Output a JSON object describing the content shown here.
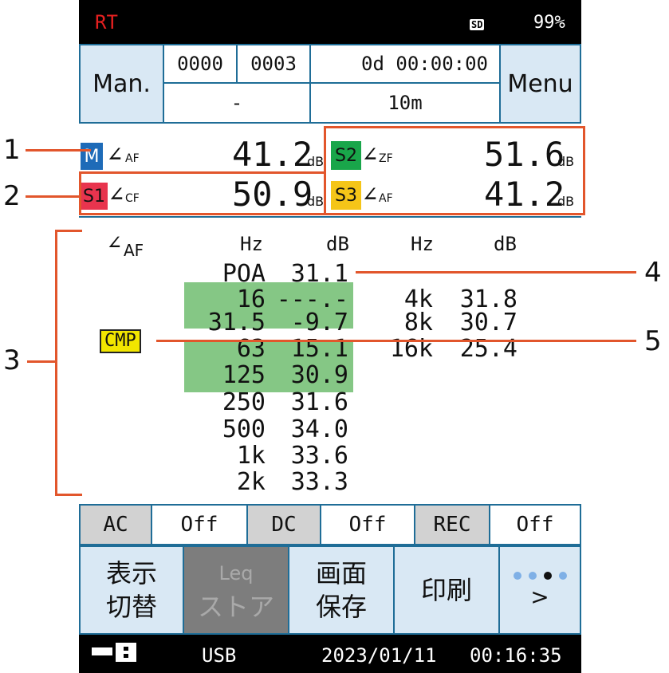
{
  "topbar": {
    "mode": "RT",
    "sd_icon": "SD",
    "battery": "99%"
  },
  "header": {
    "mode_button": "Man.",
    "counter1": "0000",
    "counter2": "0003",
    "elapsed": "0d 00:00:00",
    "dash": "-",
    "interval": "10m",
    "menu_button": "Menu"
  },
  "channels": [
    {
      "id": "M",
      "label": "AF",
      "value": "41.2",
      "unit": "dB",
      "color": "#1e6bb8"
    },
    {
      "id": "S1",
      "label": "CF",
      "value": "50.9",
      "unit": "dB",
      "color": "#e8344e"
    },
    {
      "id": "S2",
      "label": "ZF",
      "value": "51.6",
      "unit": "dB",
      "color": "#19a64a"
    },
    {
      "id": "S3",
      "label": "AF",
      "value": "41.2",
      "unit": "dB",
      "color": "#f5c518"
    }
  ],
  "spectrum": {
    "weighting_label": "AF",
    "headers": [
      "Hz",
      "dB",
      "Hz",
      "dB"
    ],
    "poa_label": "POA",
    "poa_value": "31.1",
    "cmp_badge": "CMP",
    "left_rows": [
      {
        "hz": "16",
        "db": "---.-",
        "highlight": true
      },
      {
        "hz": "31.5",
        "db": "-9.7",
        "highlight": true
      },
      {
        "hz": "63",
        "db": "15.1",
        "highlight": true
      },
      {
        "hz": "125",
        "db": "30.9",
        "highlight": true
      },
      {
        "hz": "250",
        "db": "31.6",
        "highlight": false
      },
      {
        "hz": "500",
        "db": "34.0",
        "highlight": false
      },
      {
        "hz": "1k",
        "db": "33.6",
        "highlight": false
      },
      {
        "hz": "2k",
        "db": "33.3",
        "highlight": false
      }
    ],
    "right_rows": [
      {
        "hz": "4k",
        "db": "31.8"
      },
      {
        "hz": "8k",
        "db": "30.7"
      },
      {
        "hz": "16k",
        "db": "25.4"
      }
    ]
  },
  "status": {
    "ac_label": "AC",
    "ac_value": "Off",
    "dc_label": "DC",
    "dc_value": "Off",
    "rec_label": "REC",
    "rec_value": "Off"
  },
  "buttons": {
    "display_line1": "表示",
    "display_line2": "切替",
    "leq_line1": "Leq",
    "leq_line2": "ストア",
    "screen_line1": "画面",
    "screen_line2": "保存",
    "print": "印刷",
    "more": ">"
  },
  "footer": {
    "usb": "USB",
    "date": "2023/01/11",
    "time": "00:16:35"
  },
  "callouts": [
    "1",
    "2",
    "3",
    "4",
    "5"
  ]
}
